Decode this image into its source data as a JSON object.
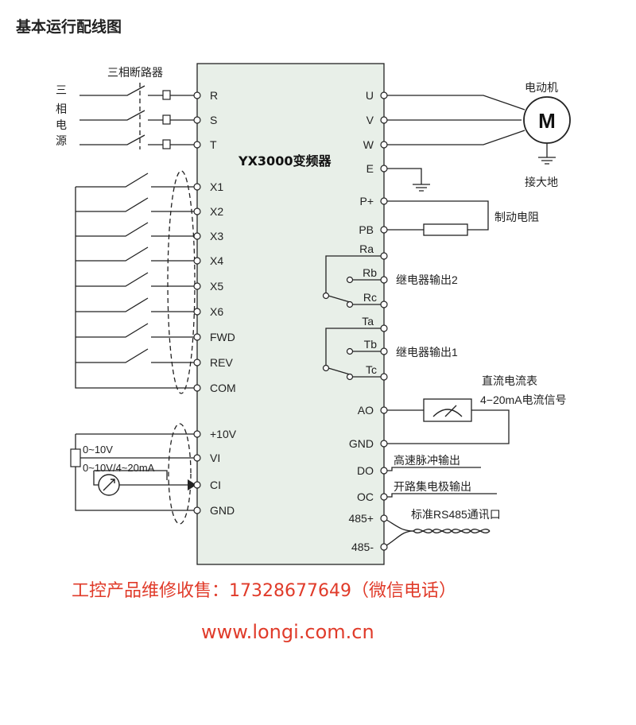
{
  "page": {
    "title": "基本运行配线图"
  },
  "inverter": {
    "model": "YX3000变频器",
    "body_color": "#e8efe8"
  },
  "left_terminals": {
    "power": [
      "R",
      "S",
      "T"
    ],
    "inputs": [
      "X1",
      "X2",
      "X3",
      "X4",
      "X5",
      "X6",
      "FWD",
      "REV",
      "COM"
    ],
    "analog": [
      "+10V",
      "VI",
      "CI",
      "GND"
    ]
  },
  "right_terminals": {
    "motor": [
      "U",
      "V",
      "W",
      "E"
    ],
    "brake": [
      "P+",
      "PB"
    ],
    "relay2": [
      "Ra",
      "Rb",
      "Rc"
    ],
    "relay1": [
      "Ta",
      "Tb",
      "Tc"
    ],
    "output": [
      "AO",
      "GND",
      "DO",
      "OC",
      "485+",
      "485-"
    ]
  },
  "labels": {
    "breaker": "三相断路器",
    "supply": [
      "三",
      "相",
      "电",
      "源"
    ],
    "motor": "电动机",
    "motor_symbol": "M",
    "ground": "接大地",
    "brake_resistor": "制动电阻",
    "relay2": "继电器输出2",
    "relay1": "继电器输出1",
    "dc_meter": "直流电流表",
    "meter_signal": "4−20mA电流信号",
    "pulse_out": "高速脉冲输出",
    "oc_out": "开路集电极输出",
    "rs485": "标准RS485通讯口",
    "pot_range": "0~10V",
    "analog_range": "0~10V/4~20mA"
  },
  "promo": {
    "service": "工控产品维修收售：17328677649（微信电话）",
    "website": "www.longi.com.cn",
    "color": "#e03b2a"
  }
}
